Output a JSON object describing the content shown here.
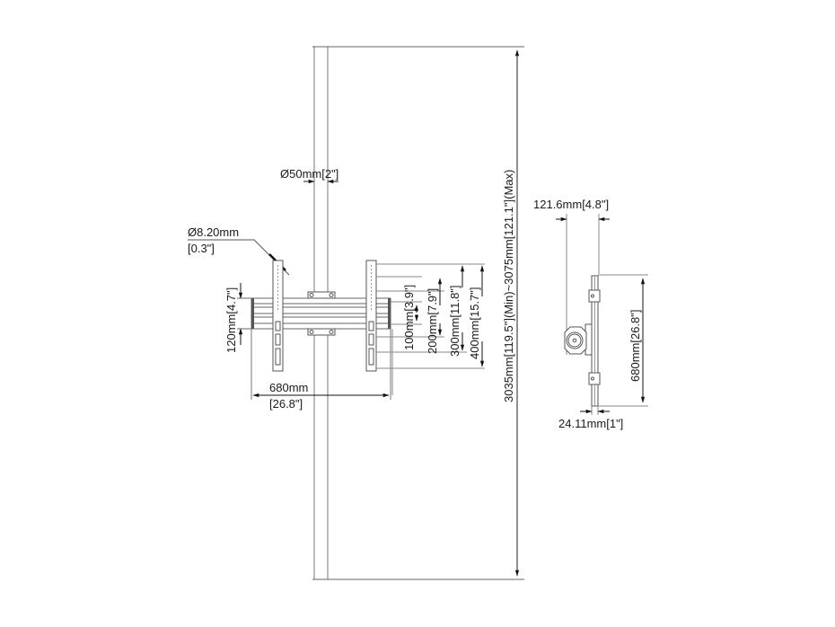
{
  "diagram": {
    "title": "Ceiling mount TV bracket dimension drawing",
    "front_view": {
      "pole_diameter": "Ø50mm[2\"]",
      "hole_diameter_line1": "Ø8.20mm",
      "hole_diameter_line2": "[0.3\"]",
      "rail_height": "120mm[4.7\"]",
      "width_line1": "680mm",
      "width_line2": "[26.8\"]",
      "vesa_100": "100mm[3.9\"]",
      "vesa_200": "200mm[7.9\"]",
      "vesa_300": "300mm[11.8\"]",
      "vesa_400": "400mm[15.7\"]",
      "pole_length": "3035mm[119.5\"](Min)~3075mm[121.1\"](Max)"
    },
    "side_view": {
      "depth": "121.6mm[4.8\"]",
      "height": "680mm[26.8\"]",
      "thickness": "24.11mm[1\"]"
    }
  },
  "colors": {
    "line": "#555555",
    "thin_line": "#8a8a8a",
    "text": "#1a1a1a",
    "background": "#ffffff"
  }
}
